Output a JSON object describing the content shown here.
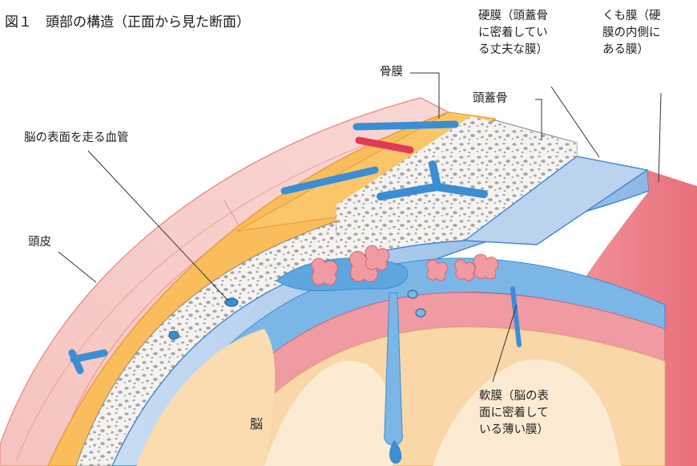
{
  "figure": {
    "title": "図１　頭部の構造（正面から見た断面）"
  },
  "labels": {
    "periosteum": "骨膜",
    "skull": "頭蓋骨",
    "dura": [
      "硬膜（頭蓋骨",
      "に密着してい",
      "る丈夫な膜）"
    ],
    "arachnoid": [
      "くも膜（硬",
      "膜の内側に",
      "ある膜）"
    ],
    "surface_vessels": "脳の表面を走る血管",
    "scalp": "頭皮",
    "brain": "脳",
    "pia": [
      "軟膜（脳の表",
      "面に密着して",
      "いる薄い膜）"
    ]
  },
  "colors": {
    "scalp": "#f7c9c4",
    "scalp_edge": "#e9938e",
    "periosteum": "#f9bd5c",
    "skull_bone": "#f1f1ef",
    "skull_speckle": "#a9a6a3",
    "dura": "#a9c8ea",
    "dura_edge": "#3f86cf",
    "arachnoid": "#ef8a92",
    "csf_blue": "#7cb6e6",
    "vessel_blue": "#3a8ed3",
    "vessel_red": "#e23a55",
    "brain": "#fad7a8",
    "brain_core": "#fcebd2"
  }
}
